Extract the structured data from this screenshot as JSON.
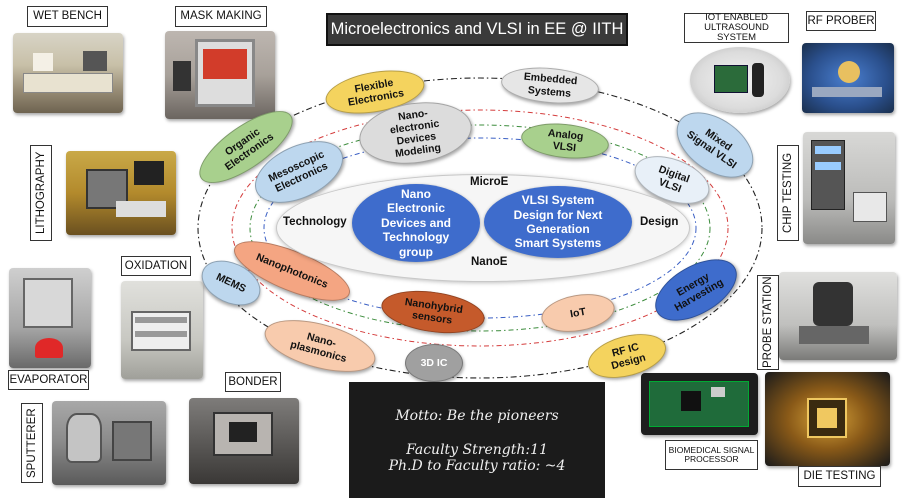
{
  "title": "Microelectronics and VLSI in EE @ IITH",
  "labels": {
    "wet_bench": "WET BENCH",
    "mask_making": "MASK MAKING",
    "lithography": "LITHOGRAPHY",
    "oxidation": "OXIDATION",
    "evaporator": "EVAPORATOR",
    "bonder": "BONDER",
    "sputterer": "SPUTTERER",
    "iot_system": "IOT ENABLED\nULTRASOUND SYSTEM",
    "rf_prober": "RF PROBER",
    "chip_testing": "CHIP TESTING",
    "probe_station": "PROBE STATION",
    "biomedical": "BIOMEDICAL SIGNAL\nPROCESSOR",
    "die_testing": "DIE TESTING"
  },
  "bubbles": {
    "flexible": "Flexible\nElectronics",
    "embedded": "Embedded\nSystems",
    "organic": "Organic\nElectronics",
    "nano_modeling": "Nano-\nelectronic\nDevices\nModeling",
    "analog": "Analog\nVLSI",
    "mixed_signal": "Mixed\nSignal VLSI",
    "mesoscopic": "Mesoscopic\nElectronics",
    "digital": "Digital\nVLSI",
    "nanophotonics": "Nanophotonics",
    "mems": "MEMS",
    "nanohybrid": "Nanohybrid\nsensors",
    "iot": "IoT",
    "energy": "Energy\nHarvesting",
    "nanoplasmonics": "Nano-\nplasmonics",
    "ic3d": "3D IC",
    "rfic": "RF IC\nDesign"
  },
  "center": {
    "microe": "MicroE",
    "nanoe": "NanoE",
    "technology": "Technology",
    "design": "Design",
    "left_group": "Nano\nElectronic\nDevices and\nTechnology\ngroup",
    "right_group": "VLSI System\nDesign for Next\nGeneration\nSmart Systems"
  },
  "motto": {
    "line1": "Motto: Be the pioneers",
    "line2": "Faculty Strength:11",
    "line3": "Ph.D to Faculty ratio: ~4"
  },
  "colors": {
    "green": "#a8d08d",
    "yellow": "#f4d35e",
    "grey": "#d9d9d9",
    "light_blue": "#bdd7ee",
    "salmon": "#f4a582",
    "peach": "#f8cbad",
    "brown": "#c55a2b",
    "blue": "#3e6ccc"
  }
}
